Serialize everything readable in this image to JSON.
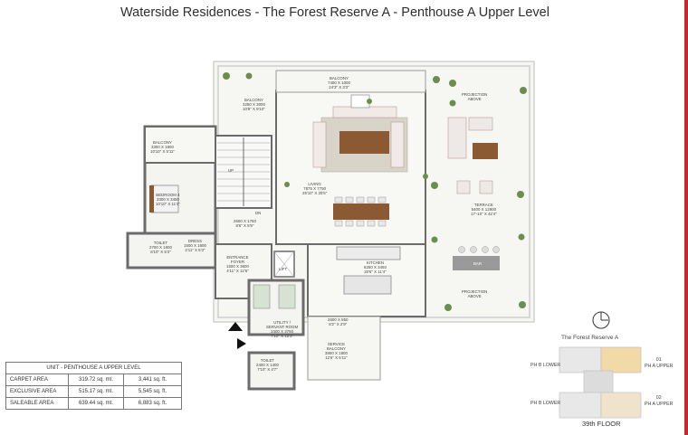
{
  "title": "Waterside Residences - The Forest Reserve A - Penthouse A Upper Level",
  "rooms": {
    "balcony_top": {
      "name": "BALCONY",
      "dim": "7400 X 1000",
      "ft": "24'3\" X 3'3\""
    },
    "balcony_left": {
      "name": "BALCONY",
      "dim": "3250 X 3000",
      "ft": "10'8\" X 9'10\""
    },
    "balcony_bed": {
      "name": "BALCONY",
      "dim": "3300 X 1800",
      "ft": "10'10\" X 5'11\""
    },
    "bedroom": {
      "name": "BEDROOM 4",
      "dim": "3300 X 3450",
      "ft": "10'10\" X 11'4\""
    },
    "living": {
      "name": "LIVING",
      "dim": "7875 X 7750",
      "ft": "25'10\" X 25'5\""
    },
    "terrace": {
      "name": "TERRACE",
      "dim": "5400 X 12900",
      "ft": "17'-10\" X 42'4\""
    },
    "proj_top": {
      "name": "PROJECTION",
      "sub": "ABOVE"
    },
    "proj_bottom": {
      "name": "PROJECTION",
      "sub": "ABOVE"
    },
    "toilet_top": {
      "name": "TOILET",
      "dim": "2700 X 1600",
      "ft": "8'10\" X 5'3\""
    },
    "dress": {
      "name": "DRESS",
      "dim": "1500 X 1600",
      "ft": "4'11\" X 5'3\""
    },
    "passage": {
      "dim": "2600 X 1750",
      "ft": "8'6\" X 5'9\""
    },
    "up": "UP",
    "dn": "DN",
    "foyer": {
      "name": "ENTRANCE",
      "sub": "FOYER",
      "dim": "1500 X 3600",
      "ft": "4'11\" X 12'6\""
    },
    "lift": "LIFT",
    "kitchen": {
      "name": "KITCHEN",
      "dim": "6250 X 3450",
      "ft": "20'6\" X 11'4\""
    },
    "bar": "BAR",
    "utility": {
      "name": "UTILITY /",
      "sub": "SERVANT ROOM",
      "dim": "2400 X 3750",
      "ft": "7'10\" X 12'3\""
    },
    "passage2": {
      "dim": "2600 X 850",
      "ft": "8'2\" X 2'9\""
    },
    "service_balcony": {
      "name": "SERVICE",
      "sub": "BALCONY",
      "dim": "3800 X 1800",
      "ft": "12'6\" X 5'11\""
    },
    "toilet_bottom": {
      "name": "TOILET",
      "dim": "2400 X 1400",
      "ft": "7'10\" X 4'7\""
    }
  },
  "area_table": {
    "header": "UNIT - PENTHOUSE A UPPER LEVEL",
    "rows": [
      {
        "label": "CARPET AREA",
        "sqmt": "319.72 sq. mt.",
        "sqft": "3,441 sq. ft."
      },
      {
        "label": "EXCLUSIVE AREA",
        "sqmt": "515.17 sq. mt.",
        "sqft": "5,545 sq. ft."
      },
      {
        "label": "SALEABLE AREA",
        "sqmt": "639.44 sq. mt.",
        "sqft": "6,883 sq. ft."
      }
    ]
  },
  "key_plan": {
    "title": "The Forest Reserve A",
    "ph_b_lower_1": "PH B LOWER",
    "ph_b_lower_2": "PH B LOWER",
    "unit_01_num": "01",
    "unit_01_label": "PH A UPPER",
    "unit_02_num": "02",
    "unit_02_label": "PH A UPPER",
    "floor": "39th FLOOR"
  },
  "colors": {
    "accent_red": "#c62b2b",
    "highlight_unit": "#f2d9a8",
    "wall": "#6b6b6b",
    "floor_fill": "#f4f4f0"
  }
}
